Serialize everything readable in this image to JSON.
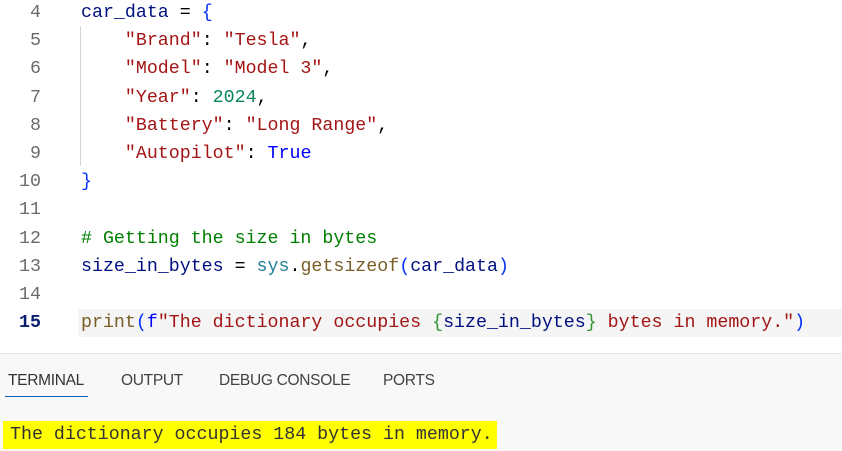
{
  "editor": {
    "current_line": 15,
    "lines": [
      {
        "number": "4",
        "tokens": [
          {
            "t": "car_data",
            "c": "var"
          },
          {
            "t": " = ",
            "c": "op"
          },
          {
            "t": "{",
            "c": "brace"
          }
        ]
      },
      {
        "number": "5",
        "tokens": [
          {
            "t": "    ",
            "c": "plain"
          },
          {
            "t": "\"Brand\"",
            "c": "str"
          },
          {
            "t": ": ",
            "c": "op"
          },
          {
            "t": "\"Tesla\"",
            "c": "str"
          },
          {
            "t": ",",
            "c": "op"
          }
        ]
      },
      {
        "number": "6",
        "tokens": [
          {
            "t": "    ",
            "c": "plain"
          },
          {
            "t": "\"Model\"",
            "c": "str"
          },
          {
            "t": ": ",
            "c": "op"
          },
          {
            "t": "\"Model 3\"",
            "c": "str"
          },
          {
            "t": ",",
            "c": "op"
          }
        ]
      },
      {
        "number": "7",
        "tokens": [
          {
            "t": "    ",
            "c": "plain"
          },
          {
            "t": "\"Year\"",
            "c": "str"
          },
          {
            "t": ": ",
            "c": "op"
          },
          {
            "t": "2024",
            "c": "num"
          },
          {
            "t": ",",
            "c": "op"
          }
        ]
      },
      {
        "number": "8",
        "tokens": [
          {
            "t": "    ",
            "c": "plain"
          },
          {
            "t": "\"Battery\"",
            "c": "str"
          },
          {
            "t": ": ",
            "c": "op"
          },
          {
            "t": "\"Long Range\"",
            "c": "str"
          },
          {
            "t": ",",
            "c": "op"
          }
        ]
      },
      {
        "number": "9",
        "tokens": [
          {
            "t": "    ",
            "c": "plain"
          },
          {
            "t": "\"Autopilot\"",
            "c": "str"
          },
          {
            "t": ": ",
            "c": "op"
          },
          {
            "t": "True",
            "c": "kw"
          }
        ]
      },
      {
        "number": "10",
        "tokens": [
          {
            "t": "}",
            "c": "brace"
          }
        ]
      },
      {
        "number": "11",
        "tokens": []
      },
      {
        "number": "12",
        "tokens": [
          {
            "t": "# Getting the size in bytes",
            "c": "comment"
          }
        ]
      },
      {
        "number": "13",
        "tokens": [
          {
            "t": "size_in_bytes",
            "c": "var"
          },
          {
            "t": " = ",
            "c": "op"
          },
          {
            "t": "sys",
            "c": "mod"
          },
          {
            "t": ".",
            "c": "op"
          },
          {
            "t": "getsizeof",
            "c": "fn"
          },
          {
            "t": "(",
            "c": "paren"
          },
          {
            "t": "car_data",
            "c": "var"
          },
          {
            "t": ")",
            "c": "paren"
          }
        ]
      },
      {
        "number": "14",
        "tokens": []
      },
      {
        "number": "15",
        "tokens": [
          {
            "t": "print",
            "c": "fn"
          },
          {
            "t": "(",
            "c": "paren"
          },
          {
            "t": "f",
            "c": "kw"
          },
          {
            "t": "\"The dictionary occupies ",
            "c": "fstr"
          },
          {
            "t": "{",
            "c": "fbrace"
          },
          {
            "t": "size_in_bytes",
            "c": "fvar"
          },
          {
            "t": "}",
            "c": "fbrace"
          },
          {
            "t": " bytes in memory.\"",
            "c": "fstr"
          },
          {
            "t": ")",
            "c": "paren"
          }
        ]
      }
    ]
  },
  "panel": {
    "tabs": [
      {
        "label": "TERMINAL",
        "active": true
      },
      {
        "label": "OUTPUT",
        "active": false
      },
      {
        "label": "DEBUG CONSOLE",
        "active": false
      },
      {
        "label": "PORTS",
        "active": false
      }
    ],
    "terminal_output": "The dictionary occupies 184 bytes in memory.",
    "highlight_color": "#ffff00",
    "active_tab_underline_color": "#005fb8"
  }
}
